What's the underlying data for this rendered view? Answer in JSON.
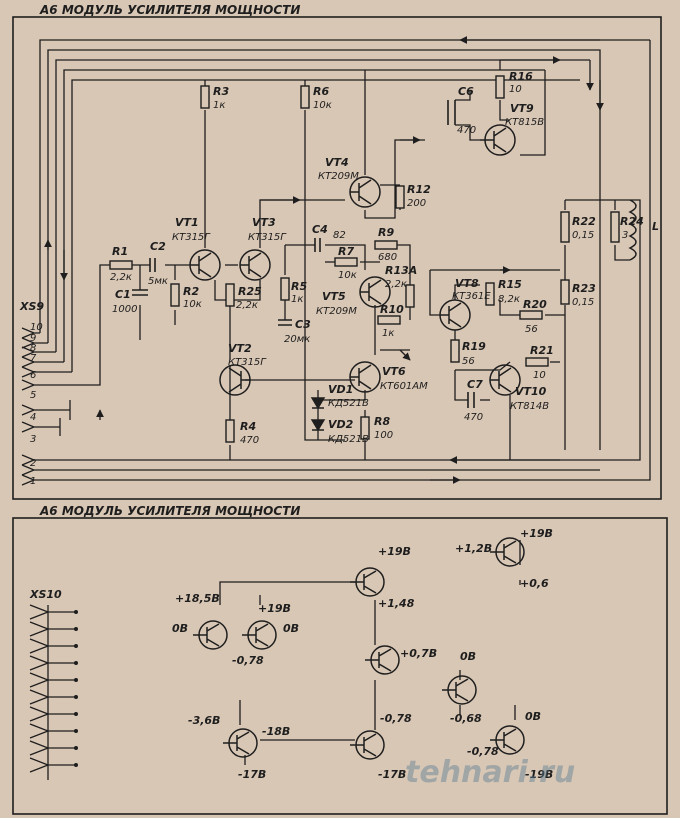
{
  "panel1": {
    "title": "А6 МОДУЛЬ УСИЛИТЕЛЯ МОЩНОСТИ"
  },
  "panel2": {
    "title": "А6 МОДУЛЬ УСИЛИТЕЛЯ МОЩНОСТИ"
  },
  "connectors": {
    "xs9": {
      "label": "XS9",
      "pins": [
        "10",
        "9",
        "8",
        "7",
        "6",
        "5",
        "4",
        "3",
        "2",
        "1"
      ]
    },
    "xs10": {
      "label": "XS10"
    }
  },
  "parts": {
    "r1": [
      "R1",
      "2,2к"
    ],
    "r2": [
      "R2",
      "10к"
    ],
    "r3": [
      "R3",
      "1к"
    ],
    "r4": [
      "R4",
      "470"
    ],
    "r5": [
      "R5",
      "1к"
    ],
    "r6": [
      "R6",
      "10к"
    ],
    "r7": [
      "R7",
      "10к"
    ],
    "r8": [
      "R8",
      "100"
    ],
    "r9": [
      "R9",
      "680"
    ],
    "r10": [
      "R10",
      "1к"
    ],
    "r12": [
      "R12",
      "200"
    ],
    "r13": [
      "R13А",
      "2,2к"
    ],
    "r15": [
      "R15",
      "8,2к"
    ],
    "r16": [
      "R16",
      "10"
    ],
    "r19": [
      "R19",
      "56"
    ],
    "r20": [
      "R20",
      "56"
    ],
    "r21": [
      "R21",
      "10"
    ],
    "r22": [
      "R22",
      "0,15"
    ],
    "r23": [
      "R23",
      "0,15"
    ],
    "r24": [
      "R24",
      "3"
    ],
    "r25": [
      "R25",
      "2,2к"
    ],
    "c1": [
      "C1",
      "1000"
    ],
    "c2": [
      "C2",
      "5мк"
    ],
    "c3": [
      "C3",
      "20мк"
    ],
    "c4": [
      "C4",
      "82"
    ],
    "c6": [
      "C6",
      "470"
    ],
    "c7": [
      "C7",
      "470"
    ],
    "vt1": [
      "VT1",
      "КТ315Г"
    ],
    "vt2": [
      "VT2",
      "КТ315Г"
    ],
    "vt3": [
      "VT3",
      "КТ315Г"
    ],
    "vt4": [
      "VT4",
      "КТ209М"
    ],
    "vt5": [
      "VT5",
      "КТ209М"
    ],
    "vt6": [
      "VT6",
      "КТ601АМ"
    ],
    "vt8": [
      "VT8",
      "КТ361Е"
    ],
    "vt9": [
      "VT9",
      "КТ815В"
    ],
    "vt10": [
      "VT10",
      "КТ814В"
    ],
    "vd1": [
      "VD1",
      "КД521В"
    ],
    "vd2": [
      "VD2",
      "КД521В"
    ],
    "l": "L"
  },
  "voltages": {
    "v185": "+18,5В",
    "v0a": "0В",
    "v19a": "+19В",
    "v0b": "0В",
    "vm078a": "-0,78",
    "v19b": "+19В",
    "v148": "+1,48",
    "v07": "+0,7В",
    "vm078b": "-0,78",
    "vm36": "-3,6В",
    "vm18": "-18В",
    "vm17": "-17В",
    "vm17b": "-17В",
    "v12": "+1,2В",
    "v19c": "+19В",
    "v06": "+0,6",
    "v0c": "0В",
    "vm068": "-0,68",
    "v0d": "0В",
    "vm078c": "-0,78",
    "vm19": "-19В"
  },
  "watermark": "tehnari.ru"
}
